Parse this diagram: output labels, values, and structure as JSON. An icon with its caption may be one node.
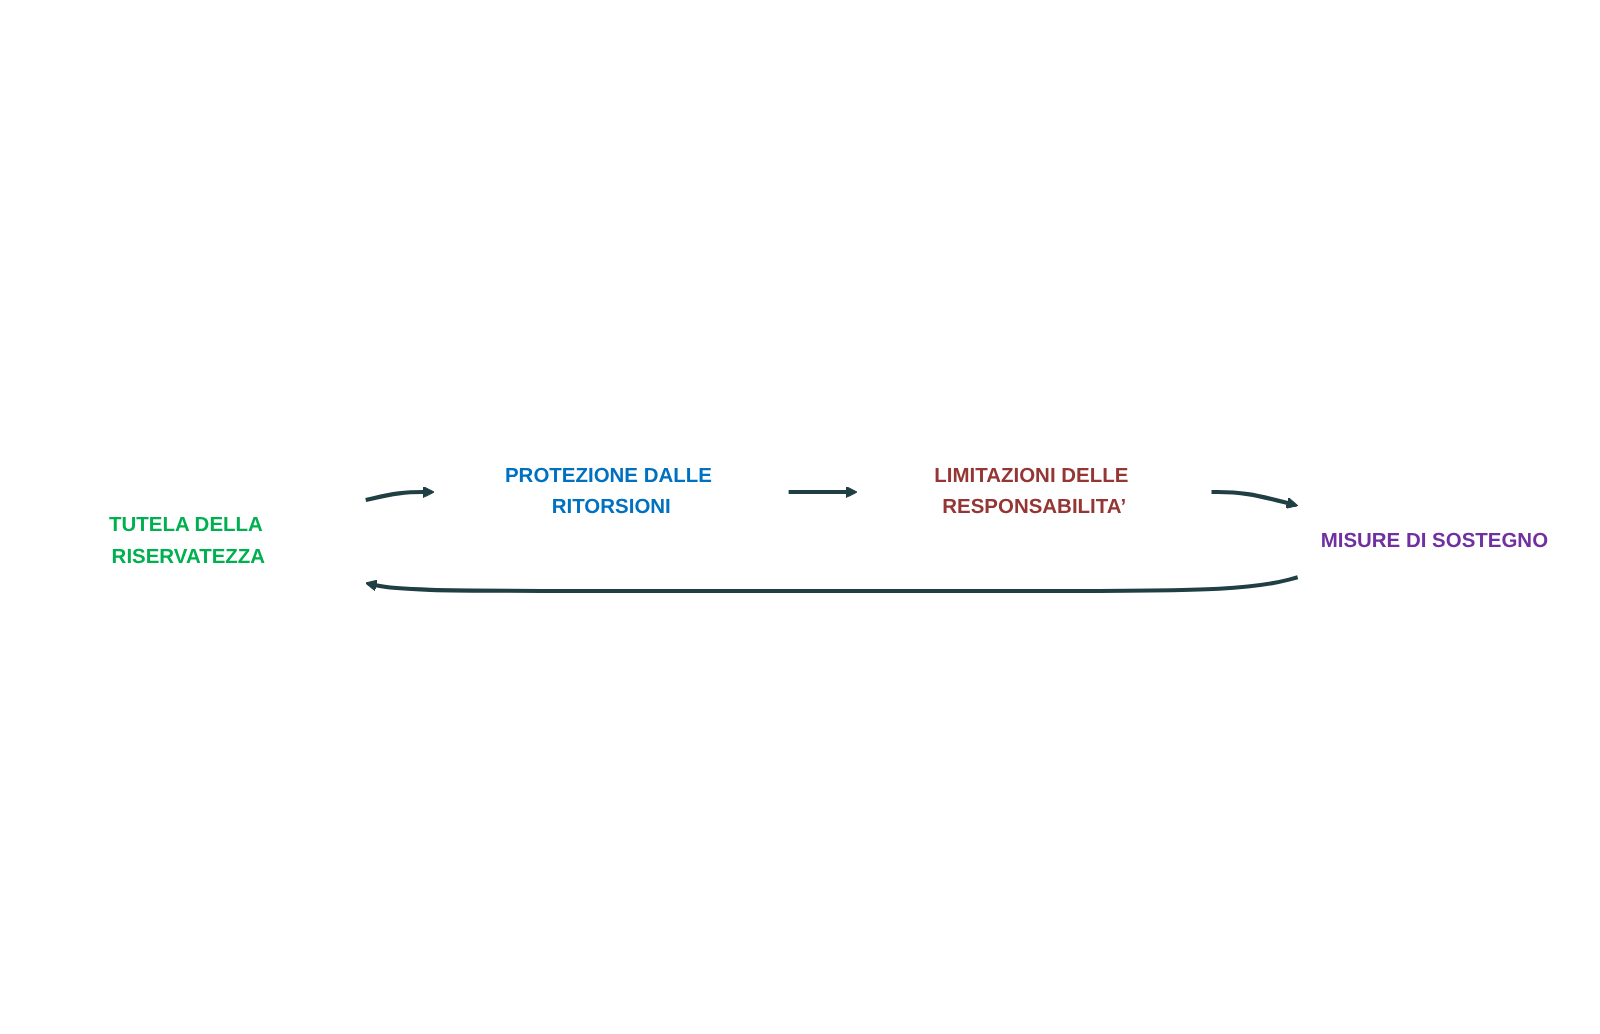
{
  "diagram": {
    "nodes": [
      {
        "text": [
          "TUTELA DELLA RISERVATEZZA"
        ]
      },
      {
        "text": [
          "PROTEZIONE DALLE RITORSIONI"
        ]
      },
      {
        "text": [
          "LIMITAZIONI DELLE RESPONSABILITA’"
        ]
      },
      {
        "text": [
          "MISURE DI SOSTEGNO"
        ]
      }
    ],
    "edges": [
      {
        "from": 0,
        "to": 1,
        "arrow": "to"
      },
      {
        "from": 1,
        "to": 2,
        "arrow": "to"
      },
      {
        "from": 2,
        "to": 3,
        "arrow": "to"
      },
      {
        "from": 3,
        "to": 0,
        "arrow": "to"
      }
    ]
  }
}
